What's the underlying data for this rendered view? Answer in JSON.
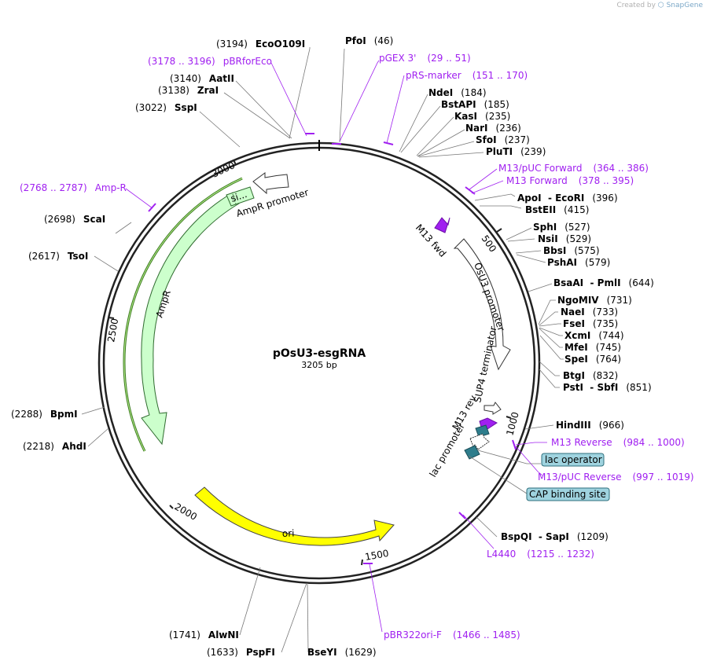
{
  "credit": {
    "created_by": "Created by",
    "brand": "SnapGene"
  },
  "plasmid": {
    "name": "pOsU3-esgRNA",
    "size_label": "3205 bp"
  },
  "ticks": [
    "500",
    "1000",
    "1500",
    "2000",
    "2500",
    "3000"
  ],
  "sites": [
    {
      "pos": "(3194)",
      "name": "EcoO109I"
    },
    {
      "pos": "(46)",
      "name": "PfoI"
    },
    {
      "pos": "(3140)",
      "name": "AatII"
    },
    {
      "pos": "(3138)",
      "name": "ZraI"
    },
    {
      "pos": "(3022)",
      "name": "SspI"
    },
    {
      "pos": "(184)",
      "name": "NdeI"
    },
    {
      "pos": "(185)",
      "name": "BstAPI"
    },
    {
      "pos": "(235)",
      "name": "KasI"
    },
    {
      "pos": "(236)",
      "name": "NarI"
    },
    {
      "pos": "(237)",
      "name": "SfoI"
    },
    {
      "pos": "(239)",
      "name": "PluTI"
    },
    {
      "pos": "(396)",
      "name": "ApoI  - EcoRI"
    },
    {
      "pos": "(415)",
      "name": "BstEII"
    },
    {
      "pos": "(527)",
      "name": "SphI"
    },
    {
      "pos": "(529)",
      "name": "NsiI"
    },
    {
      "pos": "(575)",
      "name": "BbsI"
    },
    {
      "pos": "(579)",
      "name": "PshAI"
    },
    {
      "pos": "(644)",
      "name": "BsaAI  - PmlI"
    },
    {
      "pos": "(731)",
      "name": "NgoMIV"
    },
    {
      "pos": "(733)",
      "name": "NaeI"
    },
    {
      "pos": "(735)",
      "name": "FseI"
    },
    {
      "pos": "(744)",
      "name": "XcmI"
    },
    {
      "pos": "(745)",
      "name": "MfeI"
    },
    {
      "pos": "(764)",
      "name": "SpeI"
    },
    {
      "pos": "(832)",
      "name": "BtgI"
    },
    {
      "pos": "(851)",
      "name": "PstI  - SbfI"
    },
    {
      "pos": "(966)",
      "name": "HindIII"
    },
    {
      "pos": "(1209)",
      "name": "BspQI  - SapI"
    },
    {
      "pos": "(2698)",
      "name": "ScaI"
    },
    {
      "pos": "(2617)",
      "name": "TsoI"
    },
    {
      "pos": "(2288)",
      "name": "BpmI"
    },
    {
      "pos": "(2218)",
      "name": "AhdI"
    },
    {
      "pos": "(1741)",
      "name": "AlwNI"
    },
    {
      "pos": "(1633)",
      "name": "PspFI"
    },
    {
      "pos": "(1629)",
      "name": "BseYI"
    }
  ],
  "primers": [
    {
      "range": "(3178 .. 3196)",
      "name": "pBRforEco"
    },
    {
      "name": "pGEX 3'",
      "range": "(29 .. 51)"
    },
    {
      "name": "pRS-marker",
      "range": "(151 .. 170)"
    },
    {
      "name": "M13/pUC Forward",
      "range": "(364 .. 386)"
    },
    {
      "name": "M13 Forward",
      "range": "(378 .. 395)"
    },
    {
      "range": "(2768 .. 2787)",
      "name": "Amp-R"
    },
    {
      "name": "M13 Reverse",
      "range": "(984 .. 1000)"
    },
    {
      "name": "M13/pUC Reverse",
      "range": "(997 .. 1019)"
    },
    {
      "name": "L4440",
      "range": "(1215 .. 1232)"
    },
    {
      "name": "pBR322ori-F",
      "range": "(1466 .. 1485)"
    }
  ],
  "features": {
    "ampr": "AmpR",
    "ampr_promoter": "AmpR promoter",
    "signal": "si...",
    "m13_fwd": "M13 fwd",
    "osu3_promoter": "OsU3 promoter",
    "sup4_terminator": "SUP4 terminator",
    "m13_rev": "M13 rev",
    "lac_promoter": "lac promoter",
    "lac_operator": "lac operator",
    "cap_site": "CAP binding site",
    "ori": "ori"
  },
  "colors": {
    "backbone": "#222222",
    "primer": "#a020f0",
    "ampr_fill": "#ccffcc",
    "ampr_stroke": "#2f6b2f",
    "ampr_orf": "#3b7a1f",
    "ori_fill": "#ffff00",
    "box_fill": "#9fd3df",
    "teal": "#2e7d8c"
  }
}
